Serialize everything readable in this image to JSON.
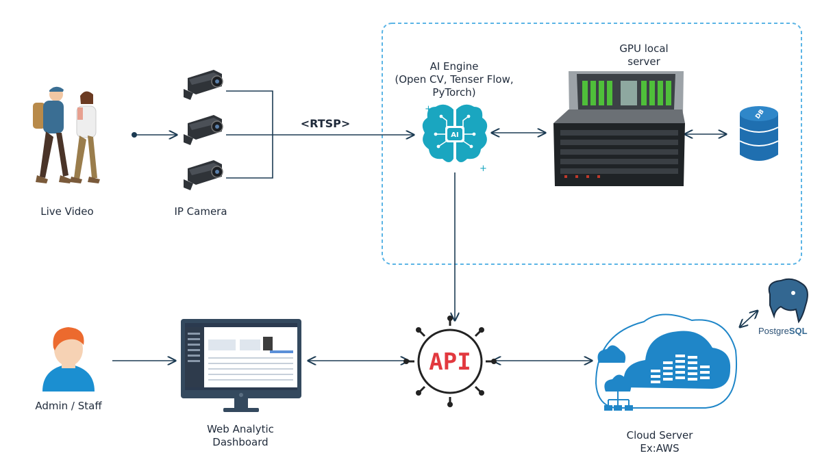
{
  "labels": {
    "live_video": "Live Video",
    "ip_camera": "IP Camera",
    "protocol": "<RTSP>",
    "ai_engine_line1": "AI Engine",
    "ai_engine_line2": "(Open CV, Tenser Flow,",
    "ai_engine_line3": "PyTorch)",
    "gpu_line1": "GPU local",
    "gpu_line2": "server",
    "db_badge": "DB",
    "ai_badge": "AI",
    "api_badge": "API",
    "admin_staff": "Admin / Staff",
    "dashboard_line1": "Web Analytic",
    "dashboard_line2": "Dashboard",
    "cloud_line1": "Cloud Server",
    "cloud_line2": "Ex:AWS",
    "postgres_prefix": "Postgre",
    "postgres_suffix": "SQL"
  },
  "colors": {
    "arrow": "#1b3a52",
    "dashed_border": "#5ab4e5",
    "teal": "#18a8c2",
    "cloud_blue": "#1f86c8",
    "api_dark": "#222222",
    "api_red": "#e2393f"
  },
  "icons": [
    "people-walking-icon",
    "cctv-camera-icon",
    "brain-ai-icon",
    "gpu-server-icon",
    "database-icon",
    "person-avatar-icon",
    "monitor-dashboard-icon",
    "api-gear-icon",
    "cloud-server-icon",
    "postgresql-elephant-icon"
  ]
}
